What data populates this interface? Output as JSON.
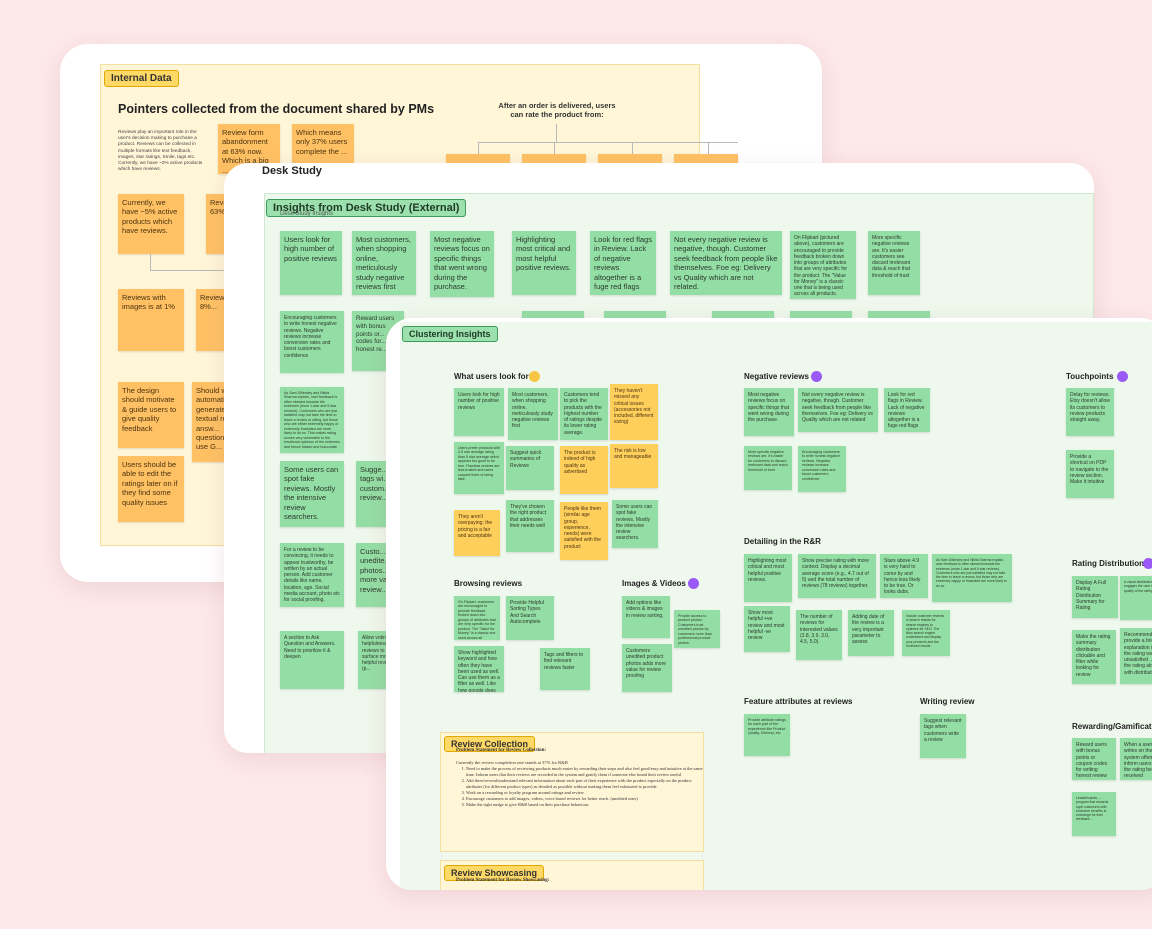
{
  "colors": {
    "background": "#fde8ea",
    "sticky_orange": "#ffc163",
    "sticky_green": "#93dea4",
    "dot_yellow": "#f6c544",
    "dot_purple": "#9b59f6"
  },
  "card1": {
    "tag": "Internal Data",
    "heading": "Pointers collected from the document shared by PMs",
    "intro": "Reviews play an important role in the user's decision making to purchase a product. Reviews can be collected in multiple formats like text feedback, images, star ratings, Smile, tags etc. Currently, we have ~2% active products which have reviews.",
    "flow_title": "After an order is delivered, users can rate the product from:",
    "stickies": [
      "Review form abandonment at 63% now. Which is a big ...",
      "Which means only 37% users complete the ...",
      "Currently, we have ~5% active products which have reviews.",
      "Revi... aban... 63%... is a...",
      "Reviews with images is at 1%",
      "Review... is at 8%...",
      "The design should motivate & guide users to give quality feedback",
      "Should w... some automati... generate... textual re... by answ... question... be use G...",
      "Users should be able to edit the ratings later on if they find some quality issues"
    ]
  },
  "card2": {
    "title": "Desk Study",
    "tag": "Insights from Desk Study (External)",
    "subtitle": "Desk Study Insights",
    "stickies": [
      "Users look for high number of positive reviews",
      "Most customers, when shopping online, meticulously study negative reviews first",
      "Most negative reviews focus on specific things that went wrong during the purchase.",
      "Highlighting most critical and most helpful positive reviews.",
      "Look for red flags in Review. Lack of negative reviews altogether is a fuge red flags",
      "Not every negative review is negative, though. Customer seek feedback from people like themselves. Foe eg: Delivery vs Quality which are not related.",
      "On Flipkart (pictured above), customers are encouraged to provide feedback broken down into groups of attributes that are very specific for the product. The \"Value for Money\" is a classic one that is being used across all products.",
      "More specific negative reviews are. It's easier customers see discard irrelevant data & reach that threshold of trust",
      "Encouraging customers to write honest negative reviews. Negative reviews increase conversion rates and boost customers confidence",
      "Reward users with bonus points or... codes for... honest re...",
      "As Sam Dillersley and Nikita Sharma explain, user feedback is often skewed towards the extremes (more 1-star and 5-star reviews). Customers who are just satisfied may not take the time to leave a review or rating, but those who are either extremely happy or extremely frustrated are more likely to do so. This makes rating scores very vulnerable to the emotional opinions of the extremes and hence biased and inaccurate.",
      "Some users can spot fake reviews. Mostly the intensive review searchers.",
      "Sugge... tags wi... custom... review...",
      "For a review to be convincing, it needs to appear trustworthy, be written by an actual person. Add customer details like name, location, age. Social media account, photo etc for social proofing.",
      "Custo... unedite... photos... more va... review...",
      "A section to Ask Question and Answers. Need to prioritize it & deepen",
      "Allow voting on helpfulness of reviews to surface most helpful reviews (p..."
    ]
  },
  "card3": {
    "tag": "Clustering Insights",
    "what": {
      "heading": "What users look for",
      "stickies": [
        "Users look for high number of positive reviews",
        "Most customers, when shopping online, meticulously study negative reviews first",
        "Customers tend to pick the products with the highest number of ratings despite its lower rating average.",
        "They haven't missed any critical issues (accessories not included, different sizing)",
        "Users prefer products with 4.5 star average rating than 5 star average which appears too good to be true. Flawless reviews are less trusted and users suspect them of being fake.",
        "Suggest quick summaries of Reviews",
        "The product is indeed of high quality as advertised",
        "The risk is low and manageable",
        "They aren't overpaying; the pricing is a fair and acceptable",
        "They've chosen the right product that addresses their needs well",
        "People like them (similar age group, experience, needs) were satisfied with the product",
        "Some users can spot fake reviews. Mostly the intensive review searchers."
      ]
    },
    "browsing": {
      "heading": "Browsing reviews",
      "stickies": [
        "On Flipkart, customers are encouraged to provide feedback broken down into groups of attributes that are very specific for the product. The \"Value for Money\" is a classic one used across all products.",
        "Provide Helpful Sorting Types And Search Autocomplete",
        "Show highlighted keyword and how often they have been used as well. Can use them as a filter as well. Like how google does in maps.",
        "Tags and filters to find relevant reviews faster"
      ]
    },
    "images": {
      "heading": "Images & Videos",
      "stickies": [
        "Add options like videos & images in review sorting.",
        "Provide access to product photos. Customers trust unedited photos by customers more than professional product photos.",
        "Customers unedited product photos adds more value for review proofing"
      ]
    },
    "negative": {
      "heading": "Negative reviews",
      "stickies": [
        "Most negative reviews focus on specific things that went wrong during the purchase.",
        "Not every negative review is negative, though. Customer seek feedback from people like themselves. Foe eg: Delivery vs Quality which are not related",
        "Look for red flags in Review. Lack of negative reviews altogether is a fuge red flags",
        "More specific negative reviews are, it's easier for customers to discard irrelevant data and reach threshold of trust",
        "Encouraging customers to write honest negative reviews. Negative reviews increase conversion rates and boost customers confidence"
      ]
    },
    "detailing": {
      "heading": "Detailing in the R&R",
      "stickies": [
        "Highlighting most critical and most helpful positive reviews.",
        "Show precise rating with more context. Display a decimal average score (e.g., 4.7 out of 5) and the total number of reviews (78 reviews) together.",
        "Stars above 4.9 is very hard to come by and hence less likely to be true. Or looks dubs.",
        "As Sam Dillersley and Nikita Sharma explain, user feedback is often skewed towards the extremes (more 1-star and 5-star reviews). Customers who are just satisfied may not take the time to leave a review, but those who are extremely happy or frustrated are more likely to do so.",
        "Show most helpful +ve review and most helpful -ve review",
        "The number of reviews for interested values (3.8, 3.9, 3.0, 4.5, 5.0).",
        "Adding date of the review is a very important parameter to assess",
        "Include customer reviews in search results for search engines to optimize for SEO. The links search engine understand and display your products and the reviewed results."
      ]
    },
    "feature": {
      "heading": "Feature attributes at reviews",
      "sticky": "Provide attribute ratings for each part of the experience like Product Quality, Delivery, etc."
    },
    "writing": {
      "heading": "Writing review",
      "sticky": "Suggest relevant tags when customers write a review"
    },
    "touch": {
      "heading": "Touchpoints",
      "stickies": [
        "Delay for reviews. Etsy doesn't allow its customers to review products straight away.",
        "Provide a shortcut on PDP to navigate to the review section. Make it intuitive"
      ]
    },
    "rating": {
      "heading": "Rating Distribution",
      "stickies": [
        "Display A Full Rating Distribution Summary for Rating",
        "A visual distribution engages the user & the quality of the rating...",
        "Make the rating summary distribution clickable and filter while looking for review",
        "Recommend to provide a brief explanation if the rating was unsatisfied ... to the rating along with distribution"
      ]
    },
    "reward": {
      "heading": "Rewarding/Gamification",
      "stickies": [
        "Reward users with bonus points or coupon codes for writing honest review",
        "When a user writes on the system offering inform users of the rating being received",
        "Leaderboards, ... program that rewards loyal customers with exclusive benefits in exchange for their feedback..."
      ]
    },
    "collection": {
      "tag": "Review Collection",
      "title": "Problem Statement for Review Collection:",
      "intro": "Currently the review completion rate stands at 37% for R&R",
      "items": [
        "Need to make the process of reviewing products much easier by rewarding their steps and also feel good/easy and intuitive at the same time. Inform users that their reviews are recorded in the system and gratify them if someone else found their review useful",
        "Add three/several/understand relevant information about each part of their experience with the product especially on the product attributes (for different product types) as detailed as possible without making them feel exhausted to provide.",
        "Work on a rewarding or loyalty program around ratings and review",
        "Encourage customers to add images, videos, voice based reviews for better reach. (unedited ones)",
        "Make the right nudge to give R&R based on their purchase behaviour."
      ]
    },
    "showcasing": {
      "tag": "Review Showcasing",
      "title": "Problem Statement for Review Showcasing:"
    }
  }
}
